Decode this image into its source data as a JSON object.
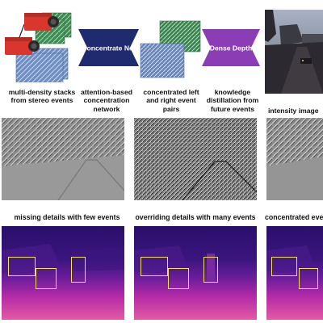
{
  "pipeline": {
    "net1_label": "Concentrate Net",
    "net2_label": "Dense Depth",
    "net1_color": "#1f2b6e",
    "net2_color": "#8a3db5",
    "captions": [
      "multi-density stacks from stereo events",
      "attention-based concentration network",
      "concentrated left and right event pairs",
      "knowledge distillation from future events",
      "intensity image"
    ]
  },
  "middle_captions": [
    "missing details with few events",
    "overriding details with many events",
    "concentrated events"
  ]
}
